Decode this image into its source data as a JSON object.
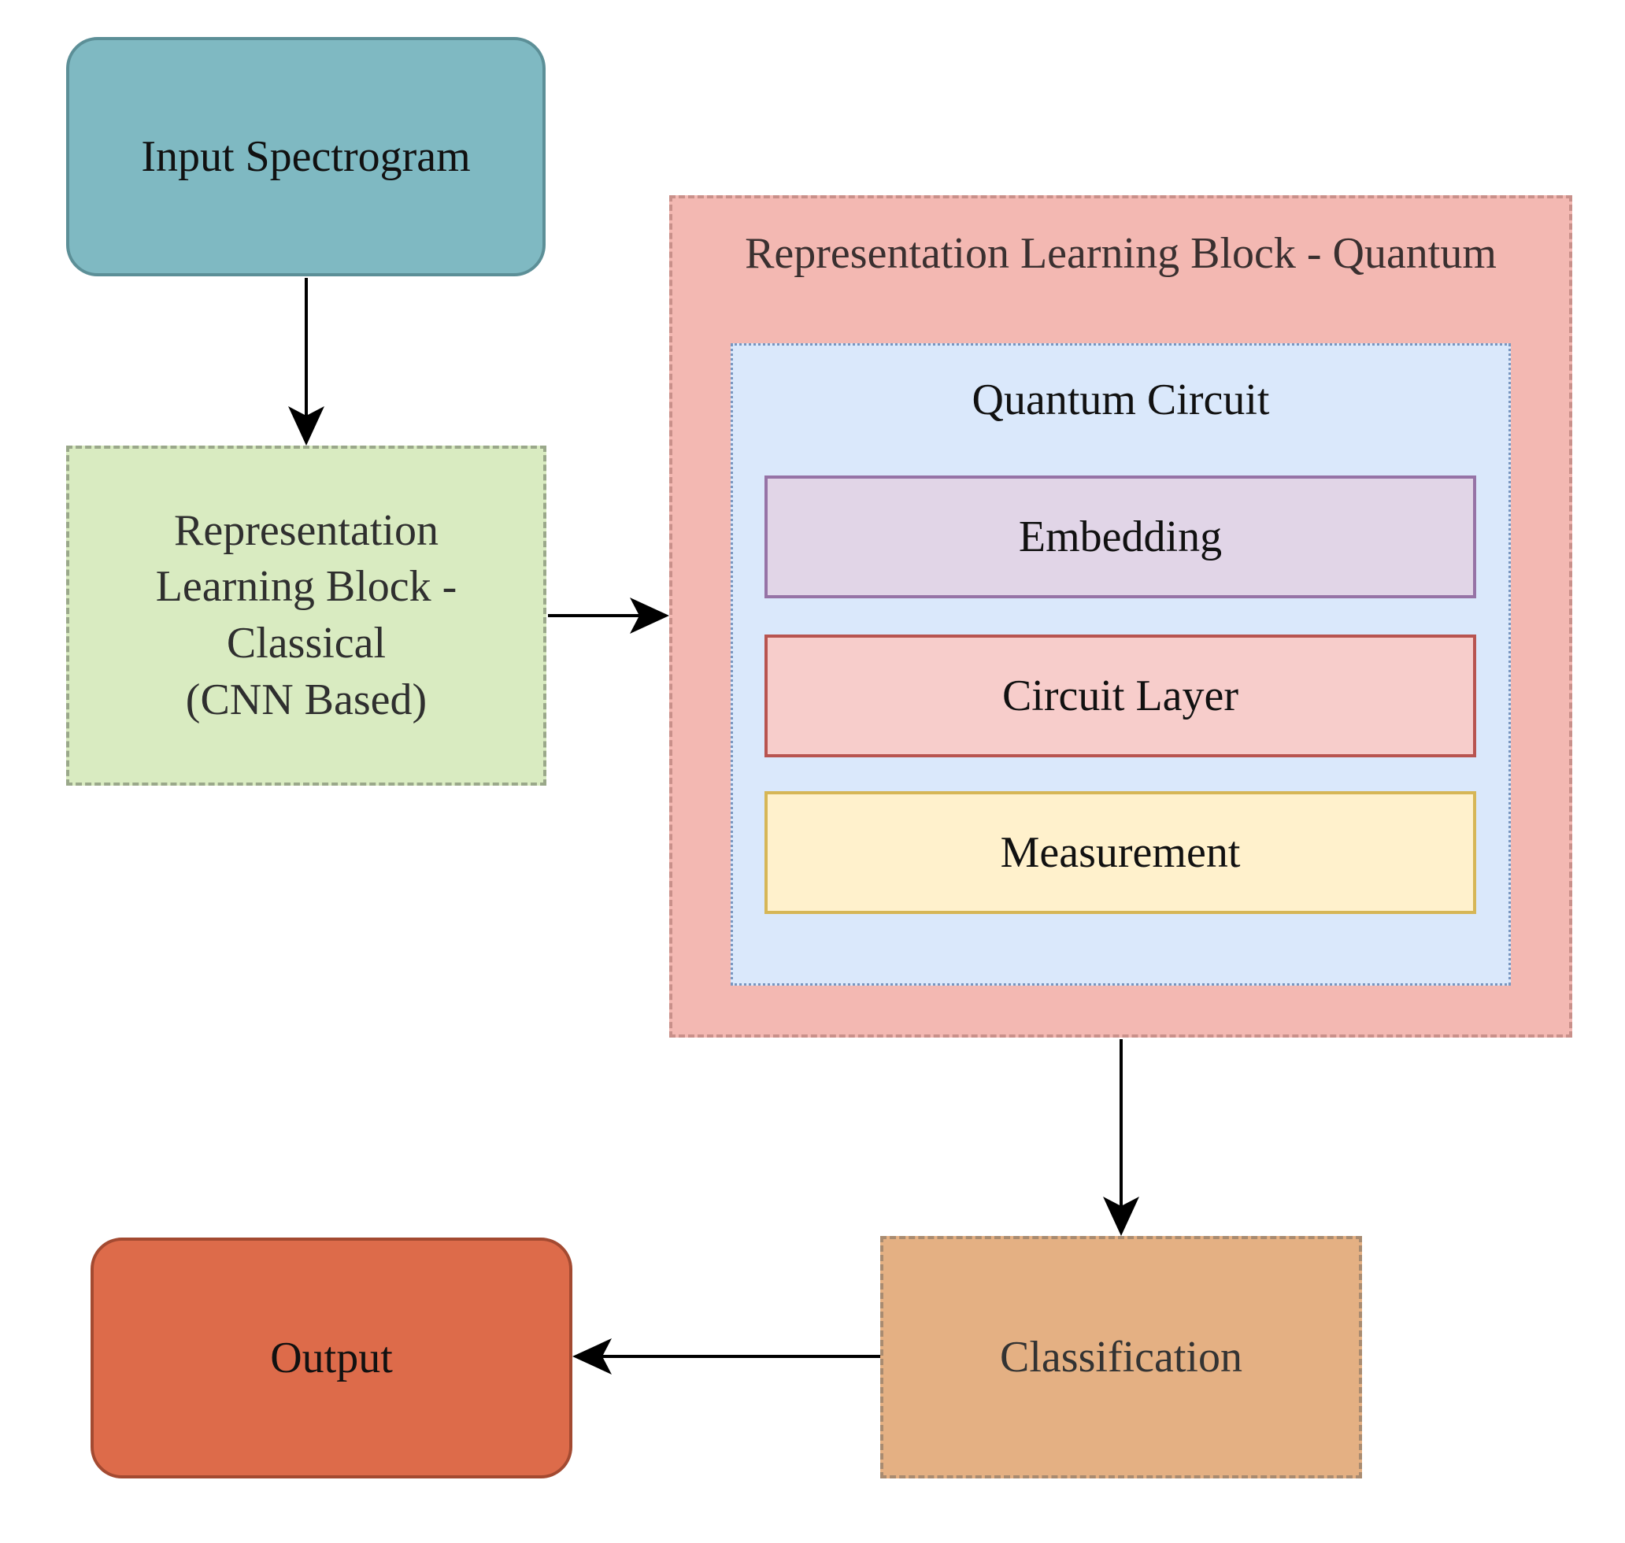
{
  "nodes": {
    "input": {
      "label": "Input Spectrogram"
    },
    "classical": {
      "lines": [
        "Representation",
        "Learning Block -",
        "Classical",
        "(CNN Based)"
      ]
    },
    "quantum_block": {
      "label": "Representation Learning Block - Quantum"
    },
    "quantum_circuit": {
      "label": "Quantum Circuit",
      "layers": [
        "Embedding",
        "Circuit Layer",
        "Measurement"
      ]
    },
    "classification": {
      "label": "Classification"
    },
    "output": {
      "label": "Output"
    }
  },
  "colors": {
    "input": "#7fb9c2",
    "classical": "#d9ebc1",
    "quantum_block": "#f3b8b2",
    "quantum_circuit": "#dae8fb",
    "embedding": "#e1d5e7",
    "circuit_layer": "#f7cdcb",
    "measurement": "#fff1cc",
    "classification": "#e4b083",
    "output": "#dd6b4a",
    "arrow": "#000000"
  }
}
